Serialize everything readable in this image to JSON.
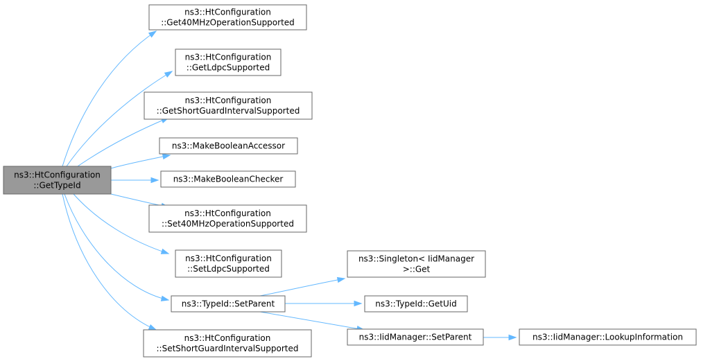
{
  "colors": {
    "root_fill": "#999999",
    "node_fill": "#ffffff",
    "node_border": "#666666",
    "edge": "#63b8ff",
    "text": "#000000"
  },
  "nodes": [
    {
      "id": "getTypeId",
      "lines": [
        "ns3::HtConfiguration",
        "::GetTypeId"
      ],
      "root": true
    },
    {
      "id": "get40",
      "lines": [
        "ns3::HtConfiguration",
        "::Get40MHzOperationSupported"
      ]
    },
    {
      "id": "getLdpc",
      "lines": [
        "ns3::HtConfiguration",
        "::GetLdpcSupported"
      ]
    },
    {
      "id": "getSgi",
      "lines": [
        "ns3::HtConfiguration",
        "::GetShortGuardIntervalSupported"
      ]
    },
    {
      "id": "makeAccessor",
      "lines": [
        "ns3::MakeBooleanAccessor"
      ]
    },
    {
      "id": "makeChecker",
      "lines": [
        "ns3::MakeBooleanChecker"
      ]
    },
    {
      "id": "set40",
      "lines": [
        "ns3::HtConfiguration",
        "::Set40MHzOperationSupported"
      ]
    },
    {
      "id": "setLdpc",
      "lines": [
        "ns3::HtConfiguration",
        "::SetLdpcSupported"
      ]
    },
    {
      "id": "typeIdSetParent",
      "lines": [
        "ns3::TypeId::SetParent"
      ]
    },
    {
      "id": "setSgi",
      "lines": [
        "ns3::HtConfiguration",
        "::SetShortGuardIntervalSupported"
      ]
    },
    {
      "id": "singletonGet",
      "lines": [
        "ns3::Singleton< IidManager",
        ">::Get"
      ]
    },
    {
      "id": "getUid",
      "lines": [
        "ns3::TypeId::GetUid"
      ]
    },
    {
      "id": "iidSetParent",
      "lines": [
        "ns3::IidManager::SetParent"
      ]
    },
    {
      "id": "lookupInfo",
      "lines": [
        "ns3::IidManager::LookupInformation"
      ]
    }
  ],
  "edges": [
    {
      "from": "getTypeId",
      "to": "get40"
    },
    {
      "from": "getTypeId",
      "to": "getLdpc"
    },
    {
      "from": "getTypeId",
      "to": "getSgi"
    },
    {
      "from": "getTypeId",
      "to": "makeAccessor"
    },
    {
      "from": "getTypeId",
      "to": "makeChecker"
    },
    {
      "from": "getTypeId",
      "to": "set40"
    },
    {
      "from": "getTypeId",
      "to": "setLdpc"
    },
    {
      "from": "getTypeId",
      "to": "typeIdSetParent"
    },
    {
      "from": "getTypeId",
      "to": "setSgi"
    },
    {
      "from": "typeIdSetParent",
      "to": "singletonGet"
    },
    {
      "from": "typeIdSetParent",
      "to": "getUid"
    },
    {
      "from": "typeIdSetParent",
      "to": "iidSetParent"
    },
    {
      "from": "iidSetParent",
      "to": "lookupInfo"
    }
  ]
}
